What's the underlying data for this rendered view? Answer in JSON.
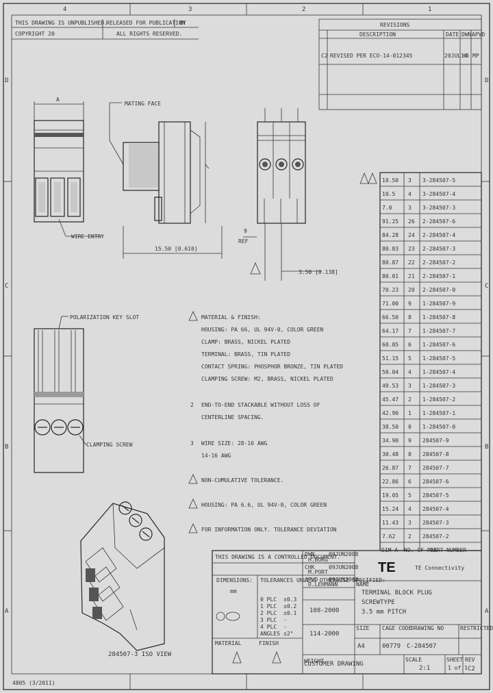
{
  "zones_top": [
    "4",
    "3",
    "2",
    "1"
  ],
  "zones_side": [
    "D",
    "C",
    "B",
    "A"
  ],
  "header_notes": {
    "line1": "THIS DRAWING IS UNPUBLISHED.",
    "line1b": "RELEASED FOR PUBLICATION",
    "line1c": "BY",
    "line2": "COPYRIGHT 20",
    "line2b": "ALL RIGHTS RESERVED."
  },
  "revisions": {
    "title": "REVISIONS",
    "col_desc": "DESCRIPTION",
    "col_date": "DATE",
    "col_dwn": "DWN",
    "col_apvd": "APVD",
    "row_ltr": "C2",
    "row_desc": "REVISED PER ECO-14-012345",
    "row_date": "20JUL14",
    "row_dwn": "HB",
    "row_apvd": "MP"
  },
  "callouts": {
    "dim_a": "A",
    "mating_face": "MATING FACE",
    "wire_entry": "WIRE ENTRY",
    "dim_side": "15.50 [0.610]",
    "pitch": "3.50 [0.138]",
    "dim_9": "9",
    "ref": "REF",
    "polarization": "POLARIZATION KEY SLOT",
    "clamping_screw": "CLAMPING SCREW",
    "iso_caption": "284507-3 ISO VIEW"
  },
  "part_table": {
    "header_a": "DIM A",
    "header_pos": "NO. OF POS",
    "header_part": "PART NUMBER",
    "rows": [
      [
        "10.50",
        "3",
        "3-284507-5"
      ],
      [
        "10.5",
        "4",
        "3-284507-4"
      ],
      [
        "7.0",
        "3",
        "3-284507-3"
      ],
      [
        "91.25",
        "26",
        "2-284507-6"
      ],
      [
        "84.28",
        "24",
        "2-284507-4"
      ],
      [
        "80.83",
        "23",
        "2-284507-3"
      ],
      [
        "80.87",
        "22",
        "2-284507-2"
      ],
      [
        "80.01",
        "21",
        "2-284507-1"
      ],
      [
        "70.23",
        "20",
        "2-284507-0"
      ],
      [
        "71.00",
        "9",
        "1-284507-9"
      ],
      [
        "66.50",
        "8",
        "1-284507-8"
      ],
      [
        "64.17",
        "7",
        "1-284507-7"
      ],
      [
        "60.05",
        "6",
        "1-284507-6"
      ],
      [
        "51.15",
        "5",
        "1-284507-5"
      ],
      [
        "50.04",
        "4",
        "1-284507-4"
      ],
      [
        "49.53",
        "3",
        "1-284507-3"
      ],
      [
        "45.47",
        "2",
        "1-284507-2"
      ],
      [
        "42.90",
        "1",
        "1-284507-1"
      ],
      [
        "38.50",
        "0",
        "1-284507-0"
      ],
      [
        "34.90",
        "9",
        "284507-9"
      ],
      [
        "30.48",
        "8",
        "284507-8"
      ],
      [
        "26.87",
        "7",
        "284507-7"
      ],
      [
        "22.86",
        "6",
        "284507-6"
      ],
      [
        "19.05",
        "5",
        "284507-5"
      ],
      [
        "15.24",
        "4",
        "284507-4"
      ],
      [
        "11.43",
        "3",
        "284507-3"
      ],
      [
        "7.62",
        "2",
        "284507-2"
      ]
    ]
  },
  "notes": {
    "n1_title": "MATERIAL & FINISH:",
    "n1_l1": "HOUSING: PA 66, UL 94V-0, COLOR GREEN",
    "n1_l2": "CLAMP: BRASS, NICKEL PLATED",
    "n1_l3": "TERMINAL: BRASS, TIN PLATED",
    "n1_l4": "CONTACT SPRING: PHOSPHOR BRONZE, TIN PLATED",
    "n1_l5": "CLAMPING SCREW: M2, BRASS, NICKEL PLATED",
    "n2_num": "2",
    "n2_l1": "END-TO-END STACKABLE WITHOUT LOSS OF",
    "n2_l2": "CENTERLINE SPACING.",
    "n3_num": "3",
    "n3_l1": "WIRE SIZE: 28-16 AWG",
    "n3_l2": "14-16 AWG",
    "n4": "NON-CUMULATIVE TOLERANCE.",
    "n5": "HOUSING: PA 6.6, UL 94V-0, COLOR GREEN",
    "n6": "FOR INFORMATION ONLY. TOLERANCE DEVIATION"
  },
  "title_block": {
    "drawing_note": "THIS DRAWING IS A CONTROLLED DOCUMENT.",
    "dwn_label": "DWN",
    "dwn_name": "H.BORG",
    "dwn_date": "09JUN2008",
    "chk_label": "CHK",
    "chk_name": "M.PORT",
    "chk_date": "09JUN2008",
    "appr_label": "APVD",
    "appr_name": "D.LEHMANN",
    "appr_date": "09JUN2008",
    "dimensions_label": "DIMENSIONS:",
    "dimensions_unit": "mm",
    "tolerances_label": "TOLERANCES UNLESS OTHERWISE SPECIFIED:",
    "tol_0": "0 PLC",
    "tol_1": "1 PLC",
    "tol_2": "2 PLC",
    "tol_3": "3 PLC",
    "tol_4": "4 PLC",
    "tol_angles": "ANGLES",
    "tol_v0": "±0.3",
    "tol_v1": "±0.2",
    "tol_v2": "±0.1",
    "tol_v3": "-",
    "tol_v4": "-",
    "tol_va": "±2°",
    "prod_spec": "108-2000",
    "appl_spec": "114-2000",
    "weight_label": "WEIGHT",
    "material_label": "MATERIAL",
    "finish_label": "FINISH",
    "customer_drawing": "CUSTOMER DRAWING",
    "logo": "TE",
    "company": "TE Connectivity",
    "name_label": "NAME",
    "title_l1": "TERMINAL BLOCK PLUG",
    "title_l2": "SCREWTYPE",
    "title_l3": "3.5 mm PITCH",
    "size_label": "SIZE",
    "size_val": "A4",
    "cage_label": "CAGE CODE",
    "cage_val": "00779",
    "dwg_label": "DRAWING NO",
    "dwg_no": "C-284507",
    "rstr_label": "RESTRICTED TO",
    "scale_label": "SCALE",
    "scale_val": "2:1",
    "sheet_label": "SHEET",
    "sheet_val": "1 of 1",
    "rev_label": "REV",
    "rev_val": "C2"
  },
  "footer_code": "4805 (3/2011)"
}
